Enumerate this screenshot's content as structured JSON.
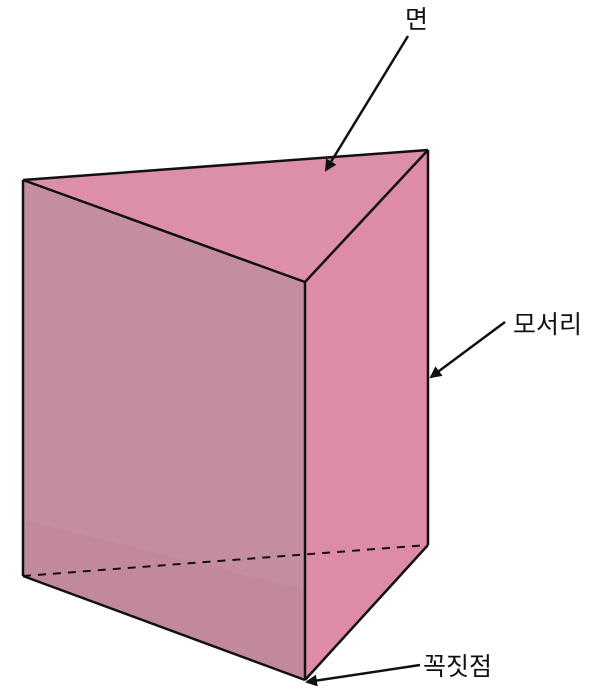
{
  "labels": {
    "face": "면",
    "edge": "모서리",
    "vertex": "꼭짓점"
  },
  "colors": {
    "left_face": "#c48da2",
    "right_face": "#de8ba7",
    "top_face": "#dd8ea8",
    "bottom_face": "#d27d98",
    "outline": "#111111"
  }
}
